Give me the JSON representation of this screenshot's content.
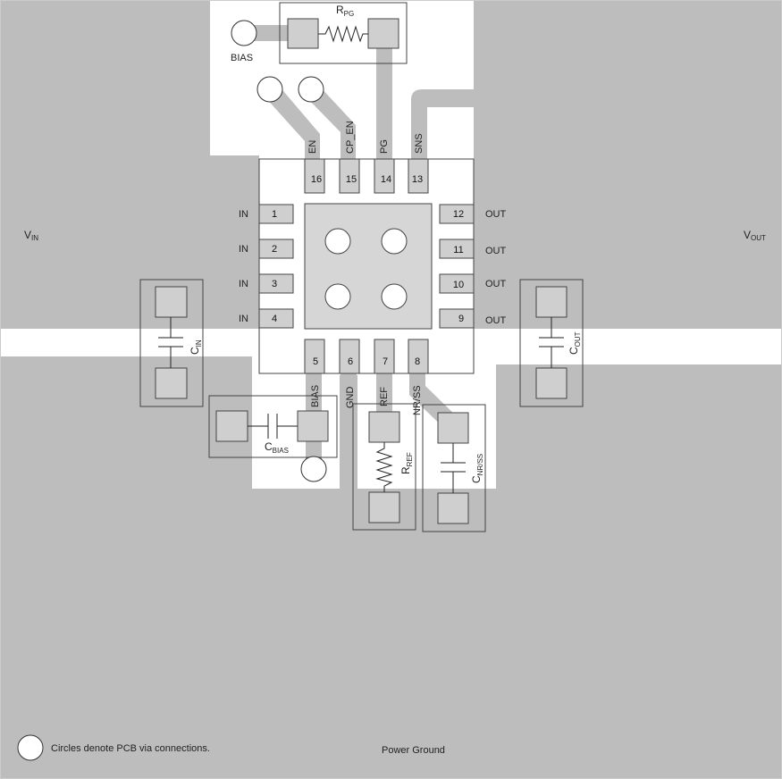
{
  "labels": {
    "vin": "V",
    "vin_sub": "IN",
    "vout": "V",
    "vout_sub": "OUT",
    "bias_via": "BIAS",
    "power_ground": "Power Ground",
    "legend": "Circles denote PCB via connections."
  },
  "pins": {
    "p1": {
      "num": "1",
      "name": "IN"
    },
    "p2": {
      "num": "2",
      "name": "IN"
    },
    "p3": {
      "num": "3",
      "name": "IN"
    },
    "p4": {
      "num": "4",
      "name": "IN"
    },
    "p5": {
      "num": "5",
      "name": "BIAS"
    },
    "p6": {
      "num": "6",
      "name": "GND"
    },
    "p7": {
      "num": "7",
      "name": "REF"
    },
    "p8": {
      "num": "8",
      "name": "NR/SS"
    },
    "p9": {
      "num": "9",
      "name": "OUT"
    },
    "p10": {
      "num": "10",
      "name": "OUT"
    },
    "p11": {
      "num": "11",
      "name": "OUT"
    },
    "p12": {
      "num": "12",
      "name": "OUT"
    },
    "p13": {
      "num": "13",
      "name": "SNS"
    },
    "p14": {
      "num": "14",
      "name": "PG"
    },
    "p15": {
      "num": "15",
      "name": "CP_EN"
    },
    "p16": {
      "num": "16",
      "name": "EN"
    }
  },
  "components": {
    "rpg": {
      "main": "R",
      "sub": "PG"
    },
    "cin": {
      "main": "C",
      "sub": "IN"
    },
    "cout": {
      "main": "C",
      "sub": "OUT"
    },
    "cbias": {
      "main": "C",
      "sub": "BIAS"
    },
    "rref": {
      "main": "R",
      "sub": "REF"
    },
    "cnrss": {
      "main": "C",
      "sub": "NR/SS"
    }
  },
  "colors": {
    "copper": "#bdbdbd",
    "pad": "#cfcfcf",
    "outline": "#444444",
    "board": "#ffffff"
  }
}
